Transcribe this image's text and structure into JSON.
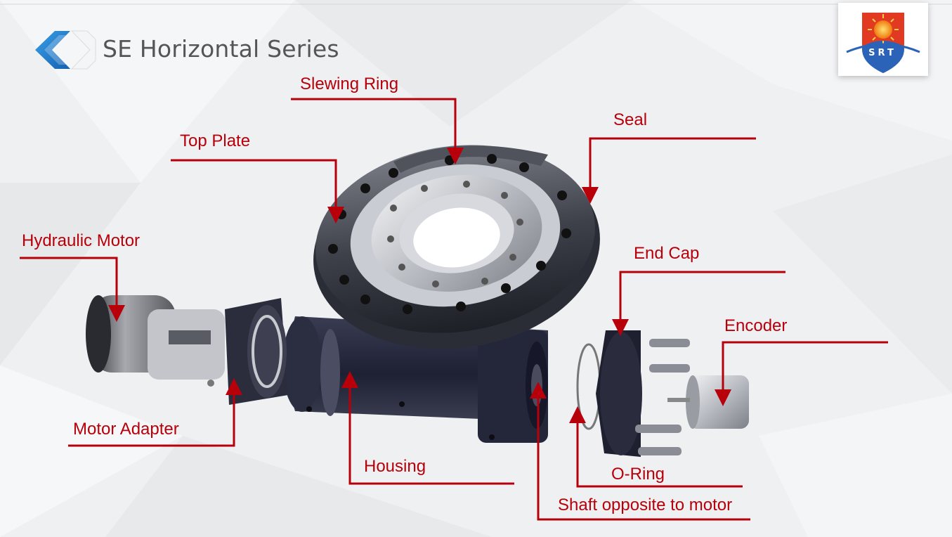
{
  "slide": {
    "title": "SE Horizontal Series"
  },
  "brand": {
    "badge_text": "SRT",
    "logo_icon": "sun-shield-icon",
    "accent_color": "#2a63b8",
    "sun_color": "#f07a10",
    "shield_color": "#e23a22"
  },
  "callouts": {
    "slewing_ring": "Slewing Ring",
    "seal": "Seal",
    "top_plate": "Top Plate",
    "hydraulic_motor": "Hydraulic Motor",
    "end_cap": "End Cap",
    "encoder": "Encoder",
    "motor_adapter": "Motor Adapter",
    "housing": "Housing",
    "o_ring": "O-Ring",
    "shaft_opposite": "Shaft opposite to motor"
  },
  "colors": {
    "callout": "#b8000b",
    "title": "#555555"
  }
}
